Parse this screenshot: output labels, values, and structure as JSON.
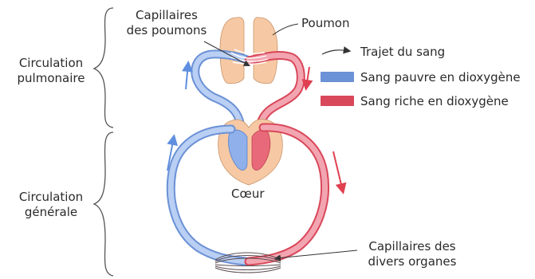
{
  "sections": {
    "pulmonary": [
      "Circulation",
      "pulmonaire"
    ],
    "systemic": [
      "Circulation",
      "générale"
    ]
  },
  "labels": {
    "lung_capillaries": [
      "Capillaires",
      "des poumons"
    ],
    "lung": "Poumon",
    "heart": "Cœur",
    "organ_capillaries": [
      "Capillaires des",
      "divers organes"
    ]
  },
  "legend": {
    "path": "Trajet du sang",
    "poor": "Sang pauvre en dioxygène",
    "rich": "Sang riche en dioxygène"
  },
  "colors": {
    "poor_blood": "#7aa2e6",
    "rich_blood": "#e05060",
    "tissue": "#f6c9a4"
  }
}
